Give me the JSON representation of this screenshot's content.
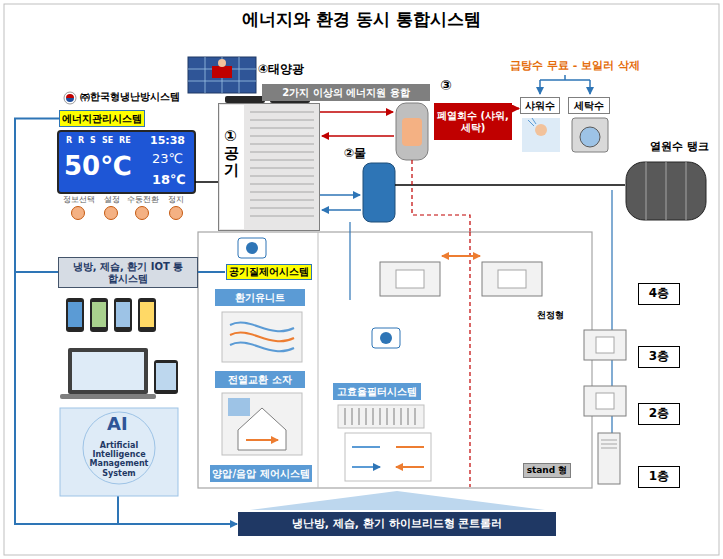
{
  "diagram": {
    "title": "에너지와 환경 동시 통합시스템",
    "nodes": [
      {
        "text": [
          "에너지관리시스템"
        ]
      },
      {
        "text": [
          "2가지 이상의 에너지원 융합"
        ]
      },
      {
        "text": [
          "①",
          "공기"
        ]
      },
      {
        "text": [
          "폐열회수 (샤워, 세탁)"
        ]
      },
      {
        "text": [
          "샤워수"
        ]
      },
      {
        "text": [
          "세탁수"
        ]
      },
      {
        "text": [
          "냉방, 제습, 환기 IOT 통합시스템"
        ]
      },
      {
        "text": [
          "공기질제어시스템"
        ]
      },
      {
        "text": [
          "환기유니트"
        ]
      },
      {
        "text": [
          "전열교환 소자"
        ]
      },
      {
        "text": [
          "고효율필터시스템"
        ]
      },
      {
        "text": [
          "양압/음압 제어시스템"
        ]
      },
      {
        "text": [
          "stand 형"
        ]
      },
      {
        "text": [
          "4층"
        ]
      },
      {
        "text": [
          "3층"
        ]
      },
      {
        "text": [
          "2층"
        ]
      },
      {
        "text": [
          "1층"
        ]
      },
      {
        "text": [
          "냉난방, 제습, 환기 하이브리드형 콘트롤러"
        ]
      }
    ],
    "edges": [
      {
        "from": 0,
        "to": 17,
        "arrow": "to"
      },
      {
        "from": 3,
        "to": 4,
        "arrow": "to"
      },
      {
        "from": 6,
        "to": 7,
        "arrow": "none"
      }
    ],
    "labels": [
      "㈜한국형냉난방시스템",
      "④태양광",
      "③",
      "급탕수 무료 - 보일러 삭제",
      "열원수 탱크",
      "②물",
      "R",
      "R",
      "S",
      "SE",
      "RE",
      "15:38",
      "50℃",
      "23℃",
      "18℃",
      "정보선택",
      "설정",
      "수동전환",
      "정지",
      "천정형",
      "AI",
      "Artificial Intelligence Management System"
    ]
  }
}
